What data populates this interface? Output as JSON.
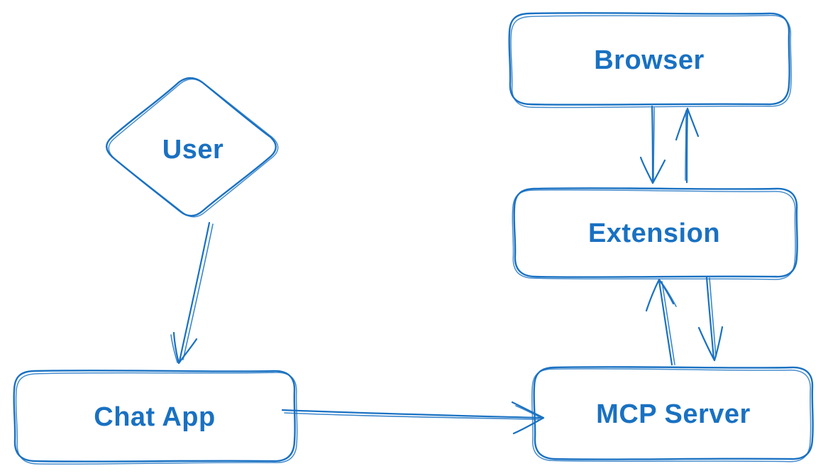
{
  "diagram": {
    "style": "hand-drawn-sketch",
    "background_color": "#ffffff",
    "stroke_color": "#1971c2",
    "text_color": "#1971c2",
    "nodes": [
      {
        "id": "user",
        "label": "User",
        "shape": "diamond"
      },
      {
        "id": "browser",
        "label": "Browser",
        "shape": "rounded-rectangle"
      },
      {
        "id": "extension",
        "label": "Extension",
        "shape": "rounded-rectangle"
      },
      {
        "id": "chat-app",
        "label": "Chat App",
        "shape": "rounded-rectangle"
      },
      {
        "id": "mcp-server",
        "label": "MCP Server",
        "shape": "rounded-rectangle"
      }
    ],
    "edges": [
      {
        "from": "user",
        "to": "chat-app",
        "direction": "down-left",
        "arrowhead": "open"
      },
      {
        "from": "browser",
        "to": "extension",
        "direction": "down",
        "arrowhead": "open"
      },
      {
        "from": "extension",
        "to": "browser",
        "direction": "up",
        "arrowhead": "open"
      },
      {
        "from": "extension",
        "to": "mcp-server",
        "direction": "down",
        "arrowhead": "open"
      },
      {
        "from": "mcp-server",
        "to": "extension",
        "direction": "up",
        "arrowhead": "open"
      },
      {
        "from": "chat-app",
        "to": "mcp-server",
        "direction": "right",
        "arrowhead": "open"
      }
    ]
  }
}
